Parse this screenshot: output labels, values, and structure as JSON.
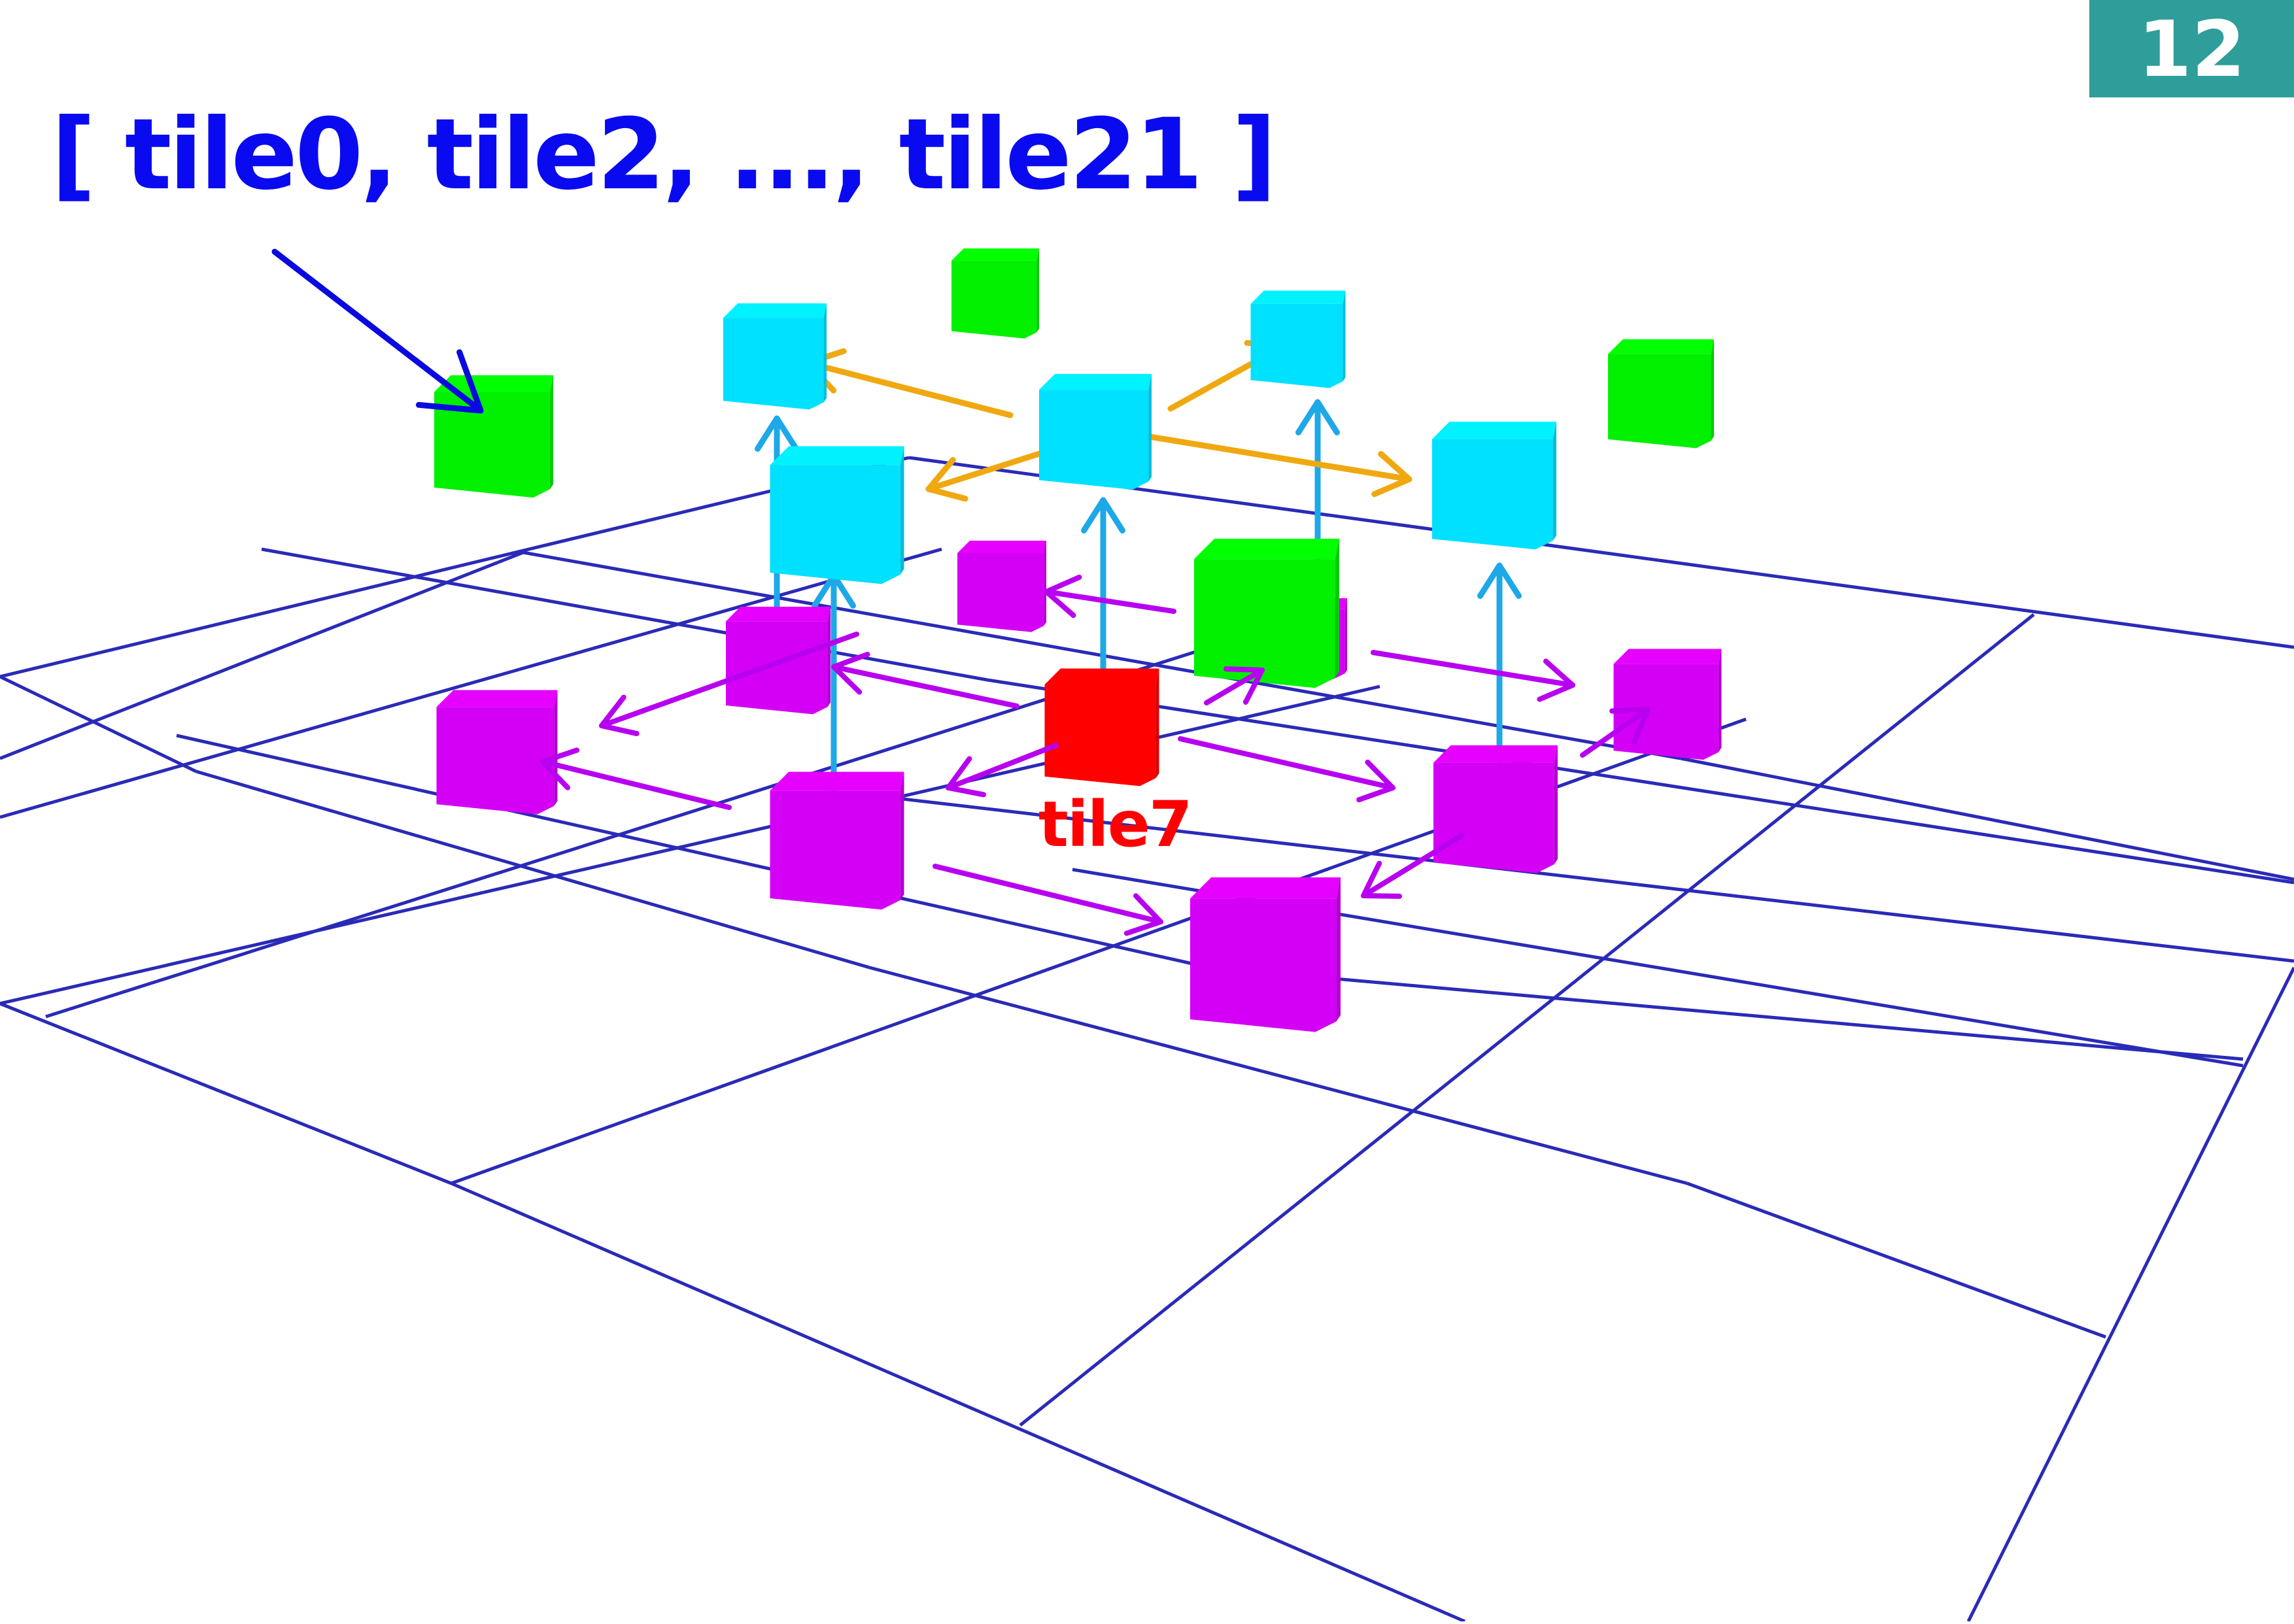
{
  "page_number": "12",
  "title": "[ tile0, tile2, ..., tile21 ]",
  "highlight_label": "tile7",
  "colors": {
    "badge": "#2f9e9a",
    "title": "#0a0af0",
    "grid": "#2a2ab8",
    "center_tile": "#ff0000",
    "neighbor_tile": "#d400f5",
    "upper_tile": "#00e0ff",
    "other_tile": "#00f000",
    "neighbor_arrow": "#b800f0",
    "vertical_arrow": "#1ea8e8",
    "upper_arrow": "#f0a810",
    "pointer_arrow": "#0a0ae0"
  },
  "legend_icons": [
    "pointer-arrow",
    "cube-icon"
  ]
}
